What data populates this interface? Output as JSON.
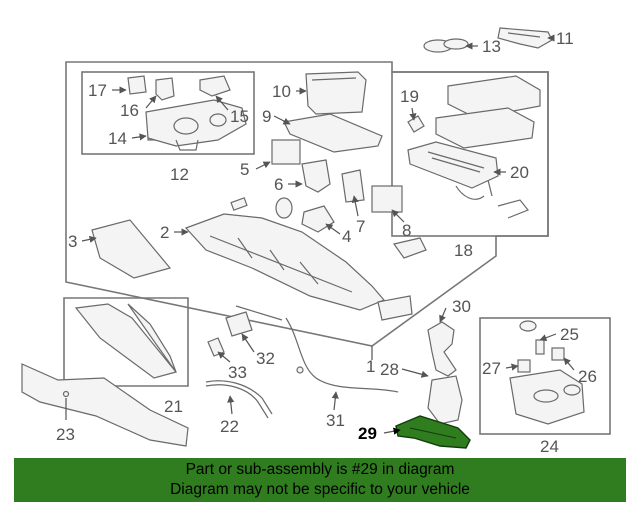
{
  "callouts": {
    "c1": "1",
    "c2": "2",
    "c3": "3",
    "c4": "4",
    "c5": "5",
    "c6": "6",
    "c7": "7",
    "c8": "8",
    "c9": "9",
    "c10": "10",
    "c11": "11",
    "c12": "12",
    "c13": "13",
    "c14": "14",
    "c15": "15",
    "c16": "16",
    "c17": "17",
    "c18": "18",
    "c19": "19",
    "c20": "20",
    "c21": "21",
    "c22": "22",
    "c23": "23",
    "c24": "24",
    "c25": "25",
    "c26": "26",
    "c27": "27",
    "c28": "28",
    "c29": "29",
    "c30": "30",
    "c31": "31",
    "c32": "32",
    "c33": "33"
  },
  "highlight": {
    "part_number": "29",
    "color": "#2f7d1f"
  },
  "banner": {
    "line1": "Part or sub-assembly is #29 in diagram",
    "line2": "Diagram may not be specific to your vehicle",
    "background": "#2f7d1f"
  }
}
